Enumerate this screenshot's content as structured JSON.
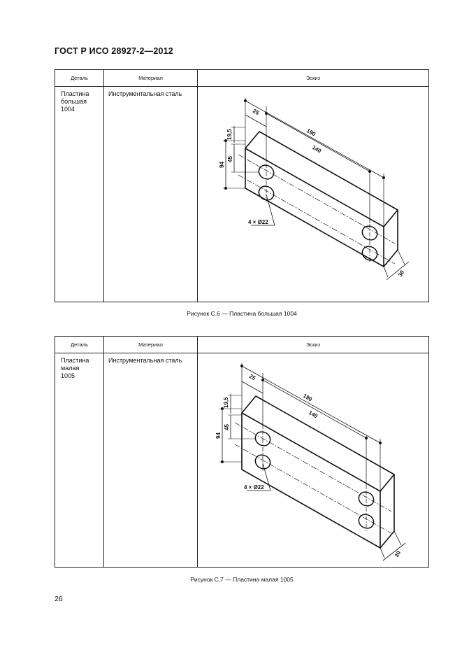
{
  "document": {
    "standard_title": "ГОСТ Р ИСО 28927-2—2012",
    "page_number": "26"
  },
  "tables": [
    {
      "headers": {
        "part": "Деталь",
        "material": "Материал",
        "sketch": "Эскиз"
      },
      "part_lines": [
        "Пластина",
        "большая",
        "1004"
      ],
      "material": "Инструментальная сталь",
      "dimensions": {
        "d1": "25",
        "d2": "190",
        "d3": "140",
        "d4": "19,5",
        "d5": "94",
        "d6": "45",
        "d7": "30",
        "holes": "4 × Ø22"
      },
      "caption": "Рисунок С.6 — Пластина большая 1004"
    },
    {
      "headers": {
        "part": "Деталь",
        "material": "Материал",
        "sketch": "Эскиз"
      },
      "part_lines": [
        "Пластина",
        "малая",
        "1005"
      ],
      "material": "Инструментальная сталь",
      "dimensions": {
        "d1": "25",
        "d2": "190",
        "d3": "140",
        "d4": "19,5",
        "d5": "94",
        "d6": "45",
        "d7": "30",
        "holes": "4 × Ø22"
      },
      "caption": "Рисунок С.7 — Пластина малая 1005"
    }
  ]
}
